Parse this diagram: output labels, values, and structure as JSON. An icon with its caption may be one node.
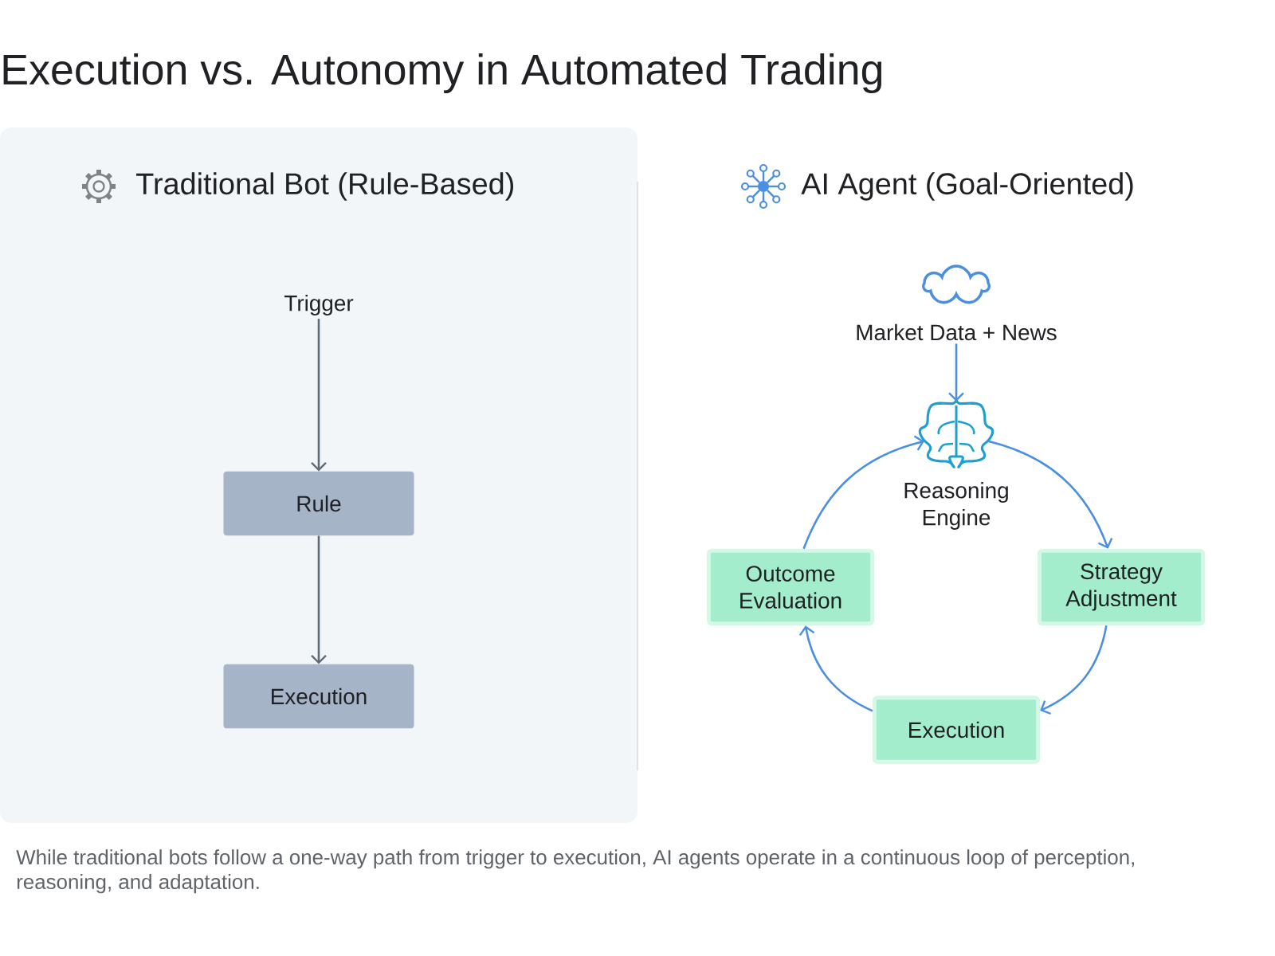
{
  "diagram": {
    "title": "Execution vs. Autonomy in Automated Trading",
    "caption": "While traditional bots follow a one-way path from trigger to execution, AI agents operate in a continuous loop of perception, reasoning, and adaptation.",
    "nodes": [
      {
        "text": [
          "Traditional Bot (Rule-Based)"
        ]
      },
      {
        "text": [
          "Trigger"
        ],
        "in": 0
      },
      {
        "text": [
          "Rule"
        ],
        "in": 0
      },
      {
        "text": [
          "Execution"
        ],
        "in": 0
      },
      {
        "text": [
          "Market Data + News"
        ]
      },
      {
        "text": [],
        "shape": "brain",
        "beside": [
          "Reasoning Engine"
        ]
      },
      {
        "text": [
          "Outcome Evaluation"
        ]
      },
      {
        "text": [
          "Strategy Adjustment"
        ]
      },
      {
        "text": [
          "Execution"
        ]
      }
    ],
    "edges": [
      {
        "from": 1,
        "to": 2,
        "arrow": "to",
        "color": "#5f6b78"
      },
      {
        "from": 2,
        "to": 3,
        "arrow": "to",
        "color": "#5f6b78"
      },
      {
        "from": 4,
        "to": 5,
        "arrow": "to",
        "color": "#4a8fe0"
      },
      {
        "from": 6,
        "to": 5,
        "arrow": "to",
        "color": "#4a8fe0"
      },
      {
        "from": 5,
        "to": 7,
        "arrow": "to",
        "color": "#4a8fe0"
      },
      {
        "from": 7,
        "to": 8,
        "arrow": "to",
        "color": "#4a8fe0"
      },
      {
        "from": 8,
        "to": 6,
        "arrow": "to",
        "color": "#4a8fe0"
      }
    ],
    "labels": [
      "AI Agent (Goal-Oriented)"
    ]
  }
}
